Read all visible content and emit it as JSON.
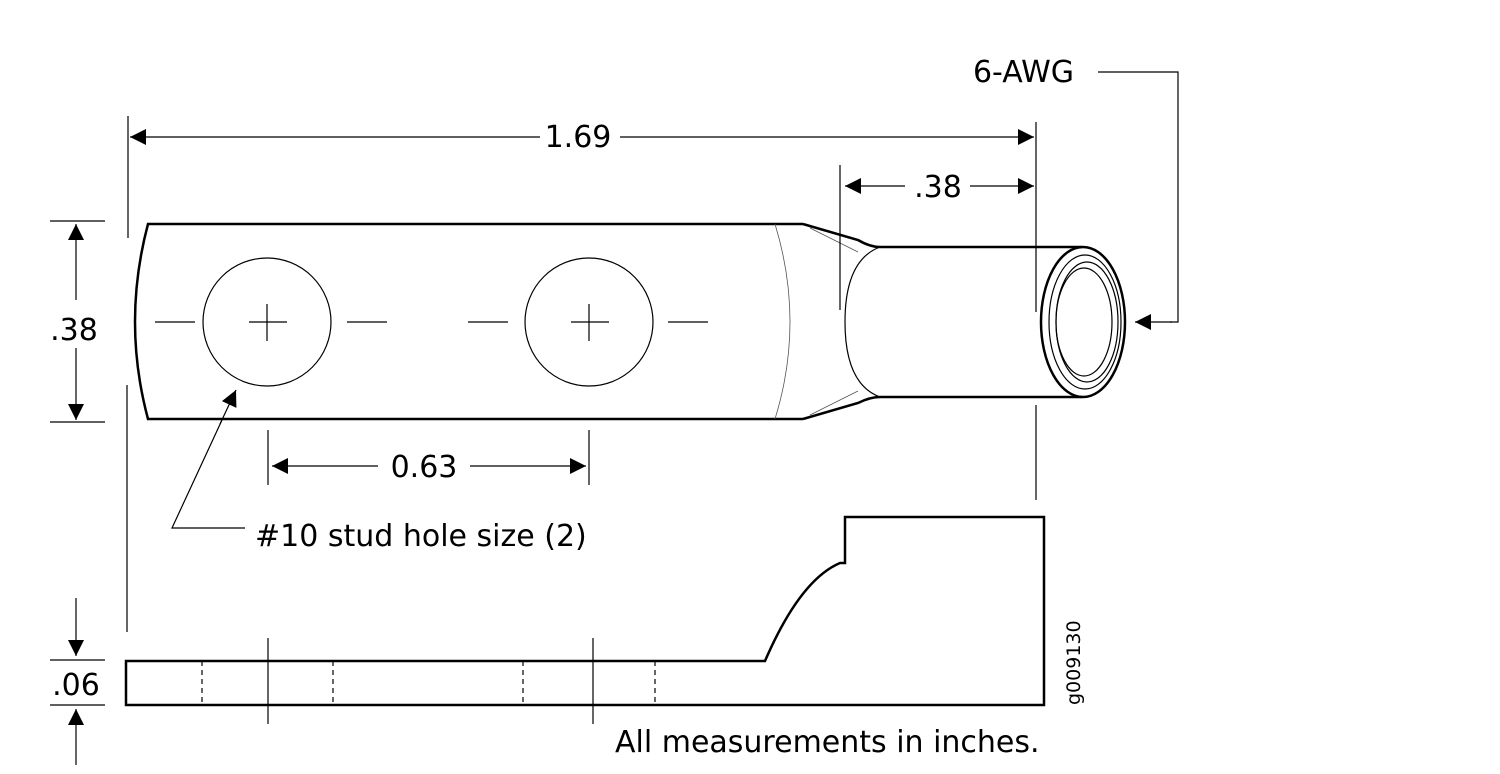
{
  "labels": {
    "overall_length": "1.69",
    "barrel_length": ".38",
    "width": ".38",
    "hole_spacing": "0.63",
    "stud_hole": "#10 stud hole size (2)",
    "wire_gauge": "6-AWG",
    "thickness": ".06",
    "figure_id": "g009130",
    "note": "All measurements in inches."
  },
  "colors": {
    "stroke": "#000000",
    "background": "#ffffff"
  }
}
